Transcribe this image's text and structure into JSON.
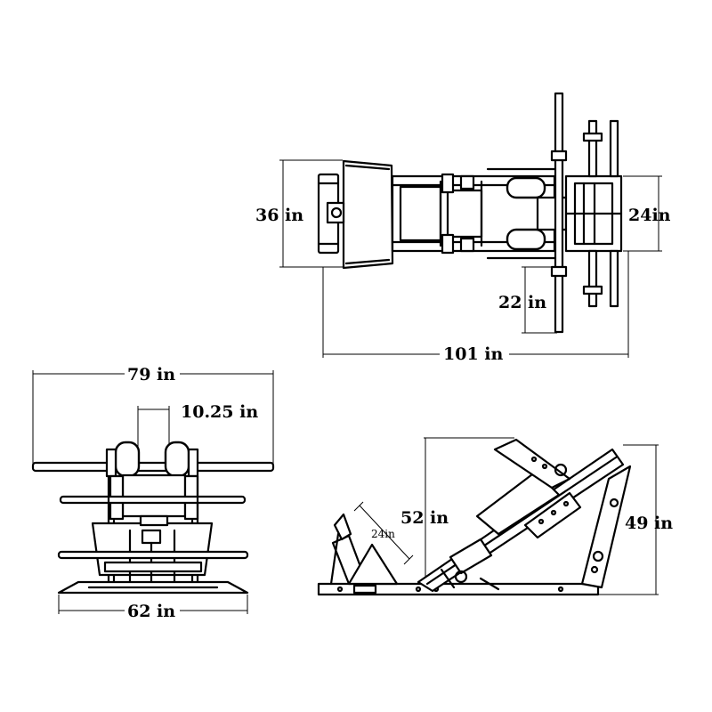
{
  "dimensions": {
    "top_view": {
      "width_label": "36 in",
      "frame_width_label": "24in",
      "offset_label": "22 in",
      "length_label": "101 in"
    },
    "front_view": {
      "total_width_label": "79 in",
      "pad_spacing_label": "10.25 in",
      "base_width_label": "62 in"
    },
    "side_view": {
      "sled_height_label": "52 in",
      "overall_height_label": "49 in",
      "seat_label": "24in"
    }
  },
  "colors": {
    "ink": "#000000",
    "background": "#ffffff"
  }
}
